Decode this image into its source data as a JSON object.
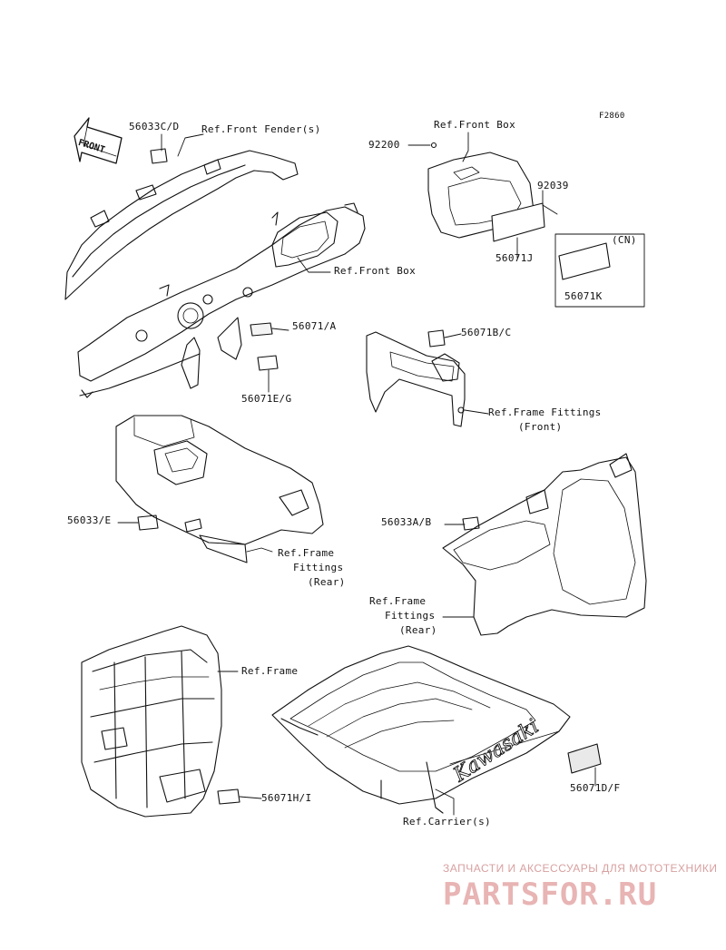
{
  "figure_code": "F2860",
  "front_label": "FRONT",
  "labels": {
    "p56033cd": "56033C/D",
    "ref_front_fender": "Ref.Front Fender(s)",
    "ref_front_box_top": "Ref.Front Box",
    "p92200": "92200",
    "p92039": "92039",
    "cn": "(CN)",
    "p56071j": "56071J",
    "p56071k": "56071K",
    "ref_front_box_mid": "Ref.Front Box",
    "p56071a": "56071/A",
    "p56071eg": "56071E/G",
    "p56071bc": "56071B/C",
    "ref_frame_fittings_front_1": "Ref.Frame Fittings",
    "ref_frame_fittings_front_2": "(Front)",
    "p56033e": "56033/E",
    "ref_frame_fittings_rear_a1": "Ref.Frame",
    "ref_frame_fittings_rear_a2": "Fittings",
    "ref_frame_fittings_rear_a3": "(Rear)",
    "p56033ab": "56033A/B",
    "ref_frame_fittings_rear_b1": "Ref.Frame",
    "ref_frame_fittings_rear_b2": "Fittings",
    "ref_frame_fittings_rear_b3": "(Rear)",
    "ref_frame": "Ref.Frame",
    "p56071hi": "56071H/I",
    "p56071df": "56071D/F",
    "ref_carrier": "Ref.Carrier(s)",
    "kawasaki": "Kawasaki"
  },
  "watermark": {
    "caption": "ЗАПЧАСТИ И АКСЕССУАРЫ ДЛЯ МОТОТЕХНИКИ",
    "logo": "PARTSFOR.RU"
  }
}
